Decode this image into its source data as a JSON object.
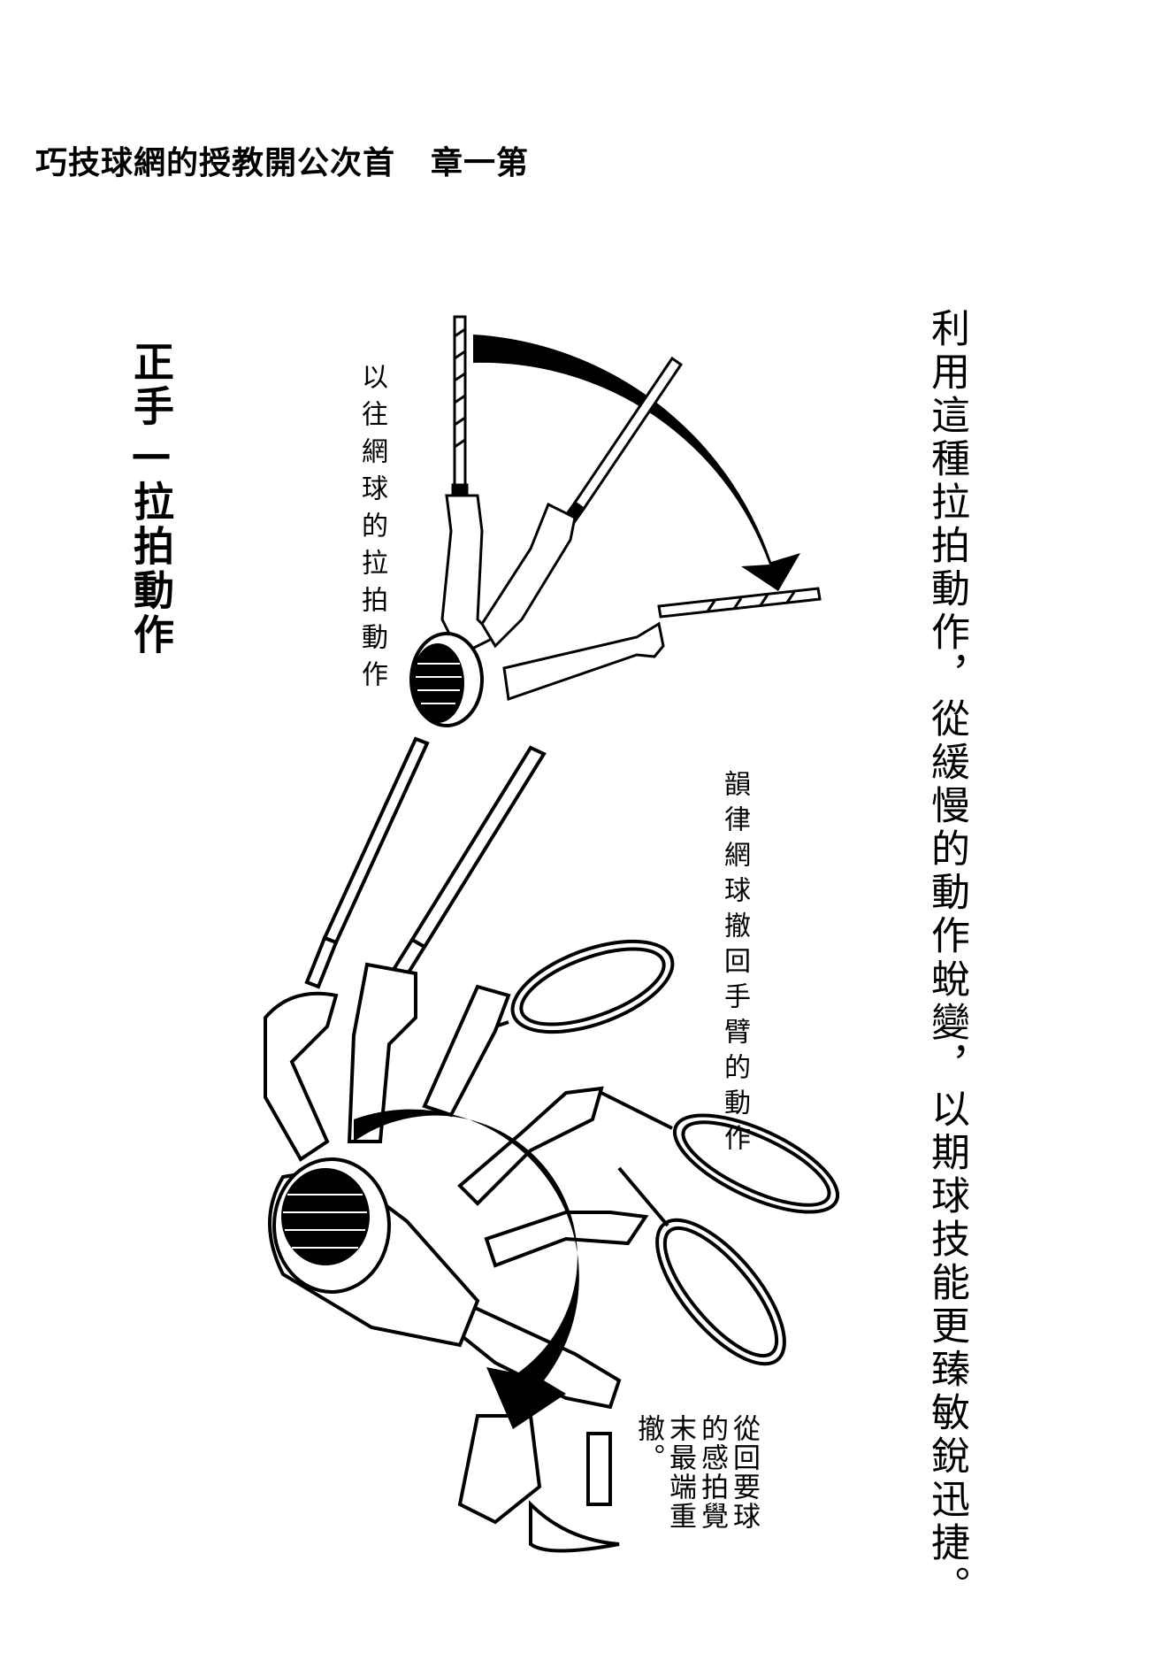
{
  "header": {
    "part1": "巧技球網的授教開公次首",
    "part2": "章一第"
  },
  "section_title": "正手—拉拍動作",
  "labels": {
    "upper": "以往網球的拉拍動作",
    "middle": "韻律網球撤回手臂的動作",
    "lower": "從回要球的感拍覺末最端重撤。"
  },
  "body": "利用這種拉拍動作，從緩慢的動作蛻變，以期球技能更臻敏銳迅捷。",
  "illustrations": {
    "upper": "forehand-backswing-traditional",
    "lower": "forehand-backswing-rhythm-tennis"
  }
}
